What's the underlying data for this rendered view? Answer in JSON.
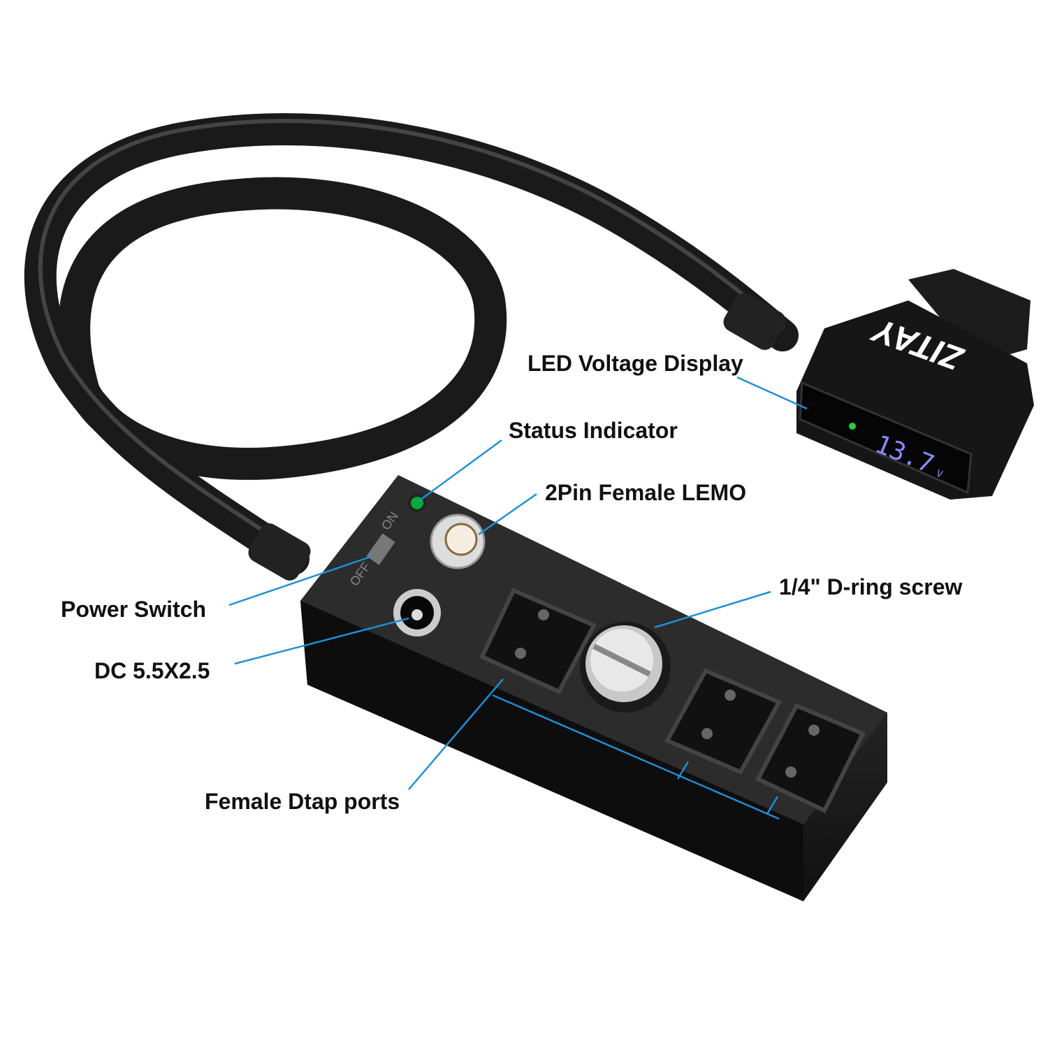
{
  "callouts": {
    "led_display": "LED Voltage Display",
    "status_indicator": "Status Indicator",
    "lemo": "2Pin Female LEMO",
    "d_ring": "1/4\" D-ring screw",
    "power_switch": "Power Switch",
    "dc": "DC 5.5X2.5",
    "dtap": "Female Dtap ports"
  },
  "device": {
    "brand_logo": "ZITAY",
    "voltage_reading": "13.7",
    "voltage_unit": "V",
    "switch_on": "ON",
    "switch_off": "OFF"
  },
  "colors": {
    "leader_line": "#1e8fd6",
    "led_digits": "#8a8cff",
    "status_led": "#2ecc40"
  }
}
